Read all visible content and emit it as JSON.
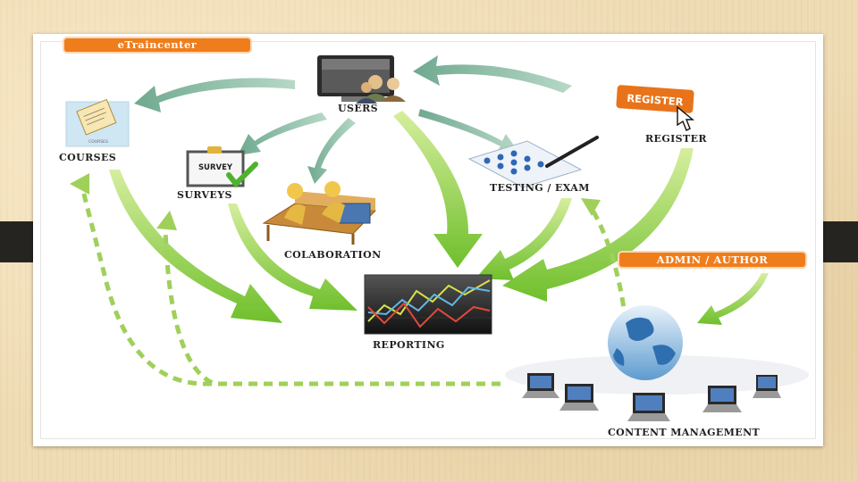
{
  "header": {
    "brand": "eTraincenter"
  },
  "callout": {
    "label": "ADMIN / AUTHOR"
  },
  "nodes": {
    "users": "USERS",
    "courses": "COURSES",
    "courses_icon_text": "COURSES",
    "surveys": "SURVEYS",
    "survey_icon_text": "SURVEY",
    "colaboration": "COLABORATION",
    "testing": "TESTING / EXAM",
    "register": "REGISTER",
    "register_button": "REGISTER",
    "reporting": "REPORTING",
    "content": "CONTENT MANAGEMENT"
  },
  "colors": {
    "accent": "#f07d1c",
    "teal_arrow": "#7fb59c",
    "green_arrow": "#7dc242",
    "dash_arrow": "#9fd05a",
    "bar": "#262421"
  }
}
